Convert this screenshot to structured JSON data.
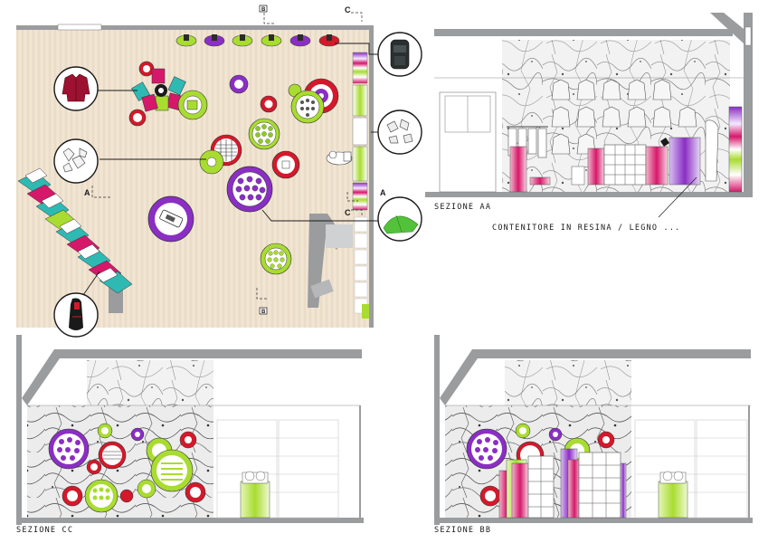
{
  "labels": {
    "section_aa": "SEZIONE AA",
    "section_bb": "SEZIONE BB",
    "section_cc": "SEZIONE CC",
    "container_note": "CONTENITORE IN RESINA / LEGNO ..."
  },
  "section_marks": {
    "a": "A",
    "b": "B",
    "c": "C"
  },
  "colors": {
    "wood_floor": "#efe2cf",
    "wall_gray": "#9a9c9e",
    "magenta": "#d6186a",
    "purple": "#8a2ec4",
    "lime": "#a9dc30",
    "red": "#d3192b",
    "teal": "#2fb9b3",
    "tent_green": "#53c23b"
  },
  "icons": [
    "jacket-icon",
    "backpack-icon",
    "sleeping-bag-icon",
    "tent-icon",
    "hanging-clothes-icon",
    "boots-icon"
  ]
}
